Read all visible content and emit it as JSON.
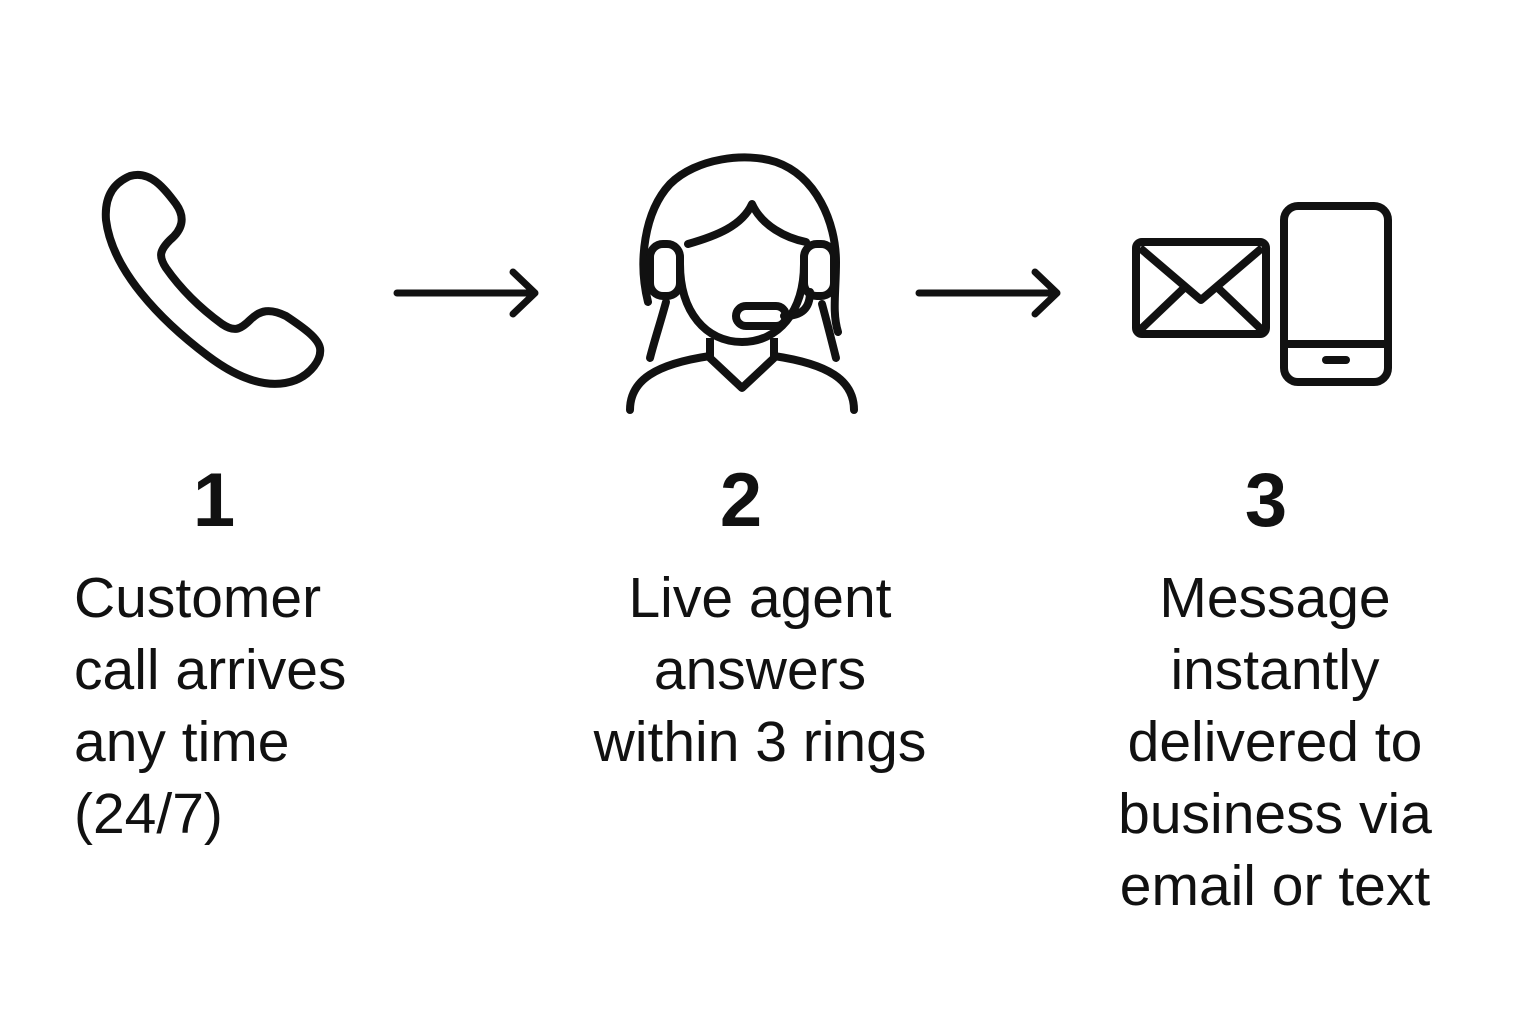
{
  "steps": [
    {
      "number": "1",
      "icon": "phone-handset-icon",
      "lines": [
        "Customer",
        "call arrives",
        "any time",
        "(24/7)"
      ]
    },
    {
      "number": "2",
      "icon": "headset-agent-icon",
      "lines": [
        "Live agent",
        "answers",
        "within 3 rings"
      ]
    },
    {
      "number": "3",
      "icon": "envelope-and-phone-icon",
      "lines": [
        "Message",
        "instantly",
        "delivered to",
        "business via",
        "email or text"
      ]
    }
  ],
  "colors": {
    "stroke": "#111111",
    "background": "#ffffff"
  }
}
